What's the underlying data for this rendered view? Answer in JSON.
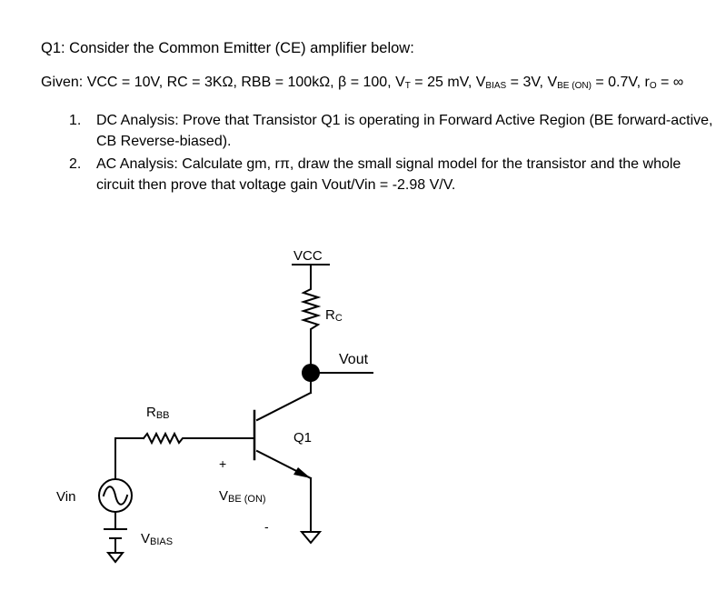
{
  "question": {
    "title": "Q1: Consider the Common Emitter (CE) amplifier below:",
    "given": {
      "prefix": "Given: VCC = 10V, RC = 3KΩ, RBB = 100kΩ, β = 100, V",
      "vt_sub": "T",
      "vt_val": " = 25 mV, V",
      "vbias_sub": "BIAS",
      "vbias_val": " = 3V, V",
      "vbe_sub": "BE (ON)",
      "vbe_val": " = 0.7V, r",
      "ro_sub": "O",
      "ro_val": " = ∞"
    },
    "items": [
      {
        "num": "1.",
        "text": "DC Analysis: Prove that Transistor Q1 is operating in Forward Active Region (BE forward-active, CB Reverse-biased)."
      },
      {
        "num": "2.",
        "text": "AC Analysis: Calculate gm, rπ, draw the small signal model for the transistor and the whole circuit then prove that voltage gain Vout/Vin = -2.98 V/V."
      }
    ]
  },
  "circuit": {
    "vcc_label": "VCC",
    "rc_label": "R",
    "rc_sub": "C",
    "vout_label": "Vout",
    "rbb_label": "R",
    "rbb_sub": "BB",
    "q1_label": "Q1",
    "plus_sign": "+",
    "minus_sign": "-",
    "vbe_label": "V",
    "vbe_sub": "BE (ON)",
    "vin_label": "Vin",
    "vbias_label": "V",
    "vbias_sub": "BIAS"
  }
}
